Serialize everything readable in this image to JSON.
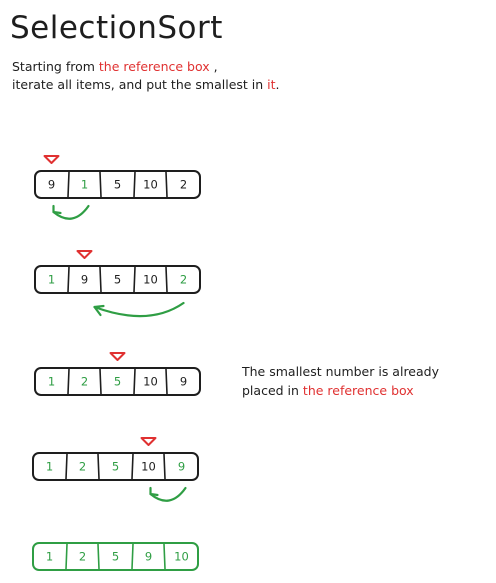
{
  "title": "SelectionSort",
  "description": {
    "line1_before": "Starting from ",
    "line1_highlight": "the reference box",
    "line1_after": " ,",
    "line2_before": "iterate all items, and put the smallest in ",
    "line2_highlight": "it",
    "line2_after": "."
  },
  "note": {
    "line1": "The smallest number is already",
    "line2_before": "placed in ",
    "line2_highlight": "the reference box"
  },
  "colors": {
    "ink": "#1e1e1e",
    "highlight": "#e03131",
    "sorted_green": "#2f9e44"
  },
  "steps": [
    {
      "cells": [
        {
          "v": "9",
          "c": "ink"
        },
        {
          "v": "1",
          "c": "green"
        },
        {
          "v": "5",
          "c": "ink"
        },
        {
          "v": "10",
          "c": "ink"
        },
        {
          "v": "2",
          "c": "ink"
        }
      ],
      "reference_index": 0,
      "swap": [
        0,
        1
      ],
      "frame": "ink"
    },
    {
      "cells": [
        {
          "v": "1",
          "c": "green"
        },
        {
          "v": "9",
          "c": "ink"
        },
        {
          "v": "5",
          "c": "ink"
        },
        {
          "v": "10",
          "c": "ink"
        },
        {
          "v": "2",
          "c": "green"
        }
      ],
      "reference_index": 1,
      "swap": [
        1,
        4
      ],
      "frame": "ink"
    },
    {
      "cells": [
        {
          "v": "1",
          "c": "green"
        },
        {
          "v": "2",
          "c": "green"
        },
        {
          "v": "5",
          "c": "green"
        },
        {
          "v": "10",
          "c": "ink"
        },
        {
          "v": "9",
          "c": "ink"
        }
      ],
      "reference_index": 2,
      "swap": null,
      "frame": "ink"
    },
    {
      "cells": [
        {
          "v": "1",
          "c": "green"
        },
        {
          "v": "2",
          "c": "green"
        },
        {
          "v": "5",
          "c": "green"
        },
        {
          "v": "10",
          "c": "ink"
        },
        {
          "v": "9",
          "c": "green"
        }
      ],
      "reference_index": 3,
      "swap": [
        3,
        4
      ],
      "frame": "ink"
    },
    {
      "cells": [
        {
          "v": "1",
          "c": "green"
        },
        {
          "v": "2",
          "c": "green"
        },
        {
          "v": "5",
          "c": "green"
        },
        {
          "v": "9",
          "c": "green"
        },
        {
          "v": "10",
          "c": "green"
        }
      ],
      "reference_index": null,
      "swap": null,
      "frame": "green"
    }
  ]
}
